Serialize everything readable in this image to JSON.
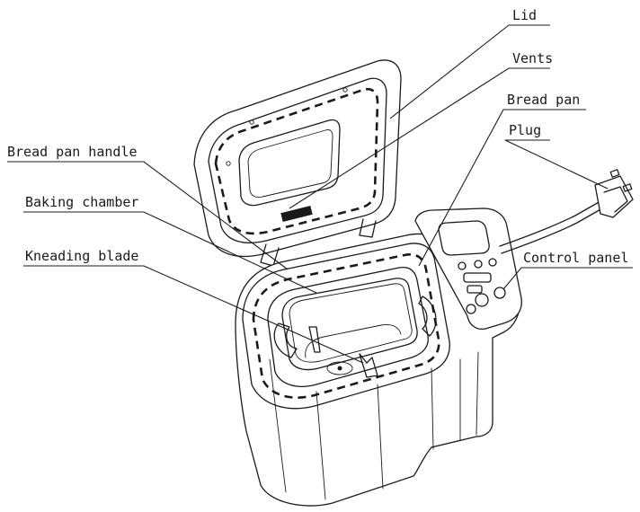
{
  "labels": {
    "lid": "Lid",
    "vents": "Vents",
    "bread_pan": "Bread pan",
    "plug": "Plug",
    "bread_pan_handle": "Bread pan handle",
    "baking_chamber": "Baking chamber",
    "kneading_blade": "Kneading blade",
    "control_panel": "Control panel"
  }
}
